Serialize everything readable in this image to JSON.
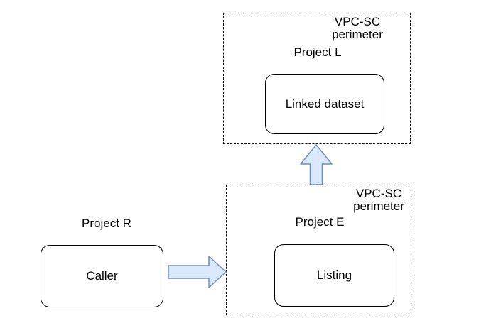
{
  "colors": {
    "background": "#ffffff",
    "arrow_fill": "#dae8fc",
    "arrow_stroke": "#6c8ebf",
    "shape_stroke": "#000000",
    "text": "#000000"
  },
  "perimeter_top": {
    "perimeter_label_line1": "VPC-SC",
    "perimeter_label_line2": "perimeter",
    "project_label": "Project L",
    "node_label": "Linked dataset"
  },
  "perimeter_bottom": {
    "perimeter_label_line1": "VPC-SC",
    "perimeter_label_line2": "perimeter",
    "project_label": "Project E",
    "node_label": "Listing"
  },
  "external": {
    "project_label": "Project R",
    "node_label": "Caller"
  },
  "arrows": {
    "caller_to_listing": "right-block-arrow",
    "listing_to_linked_dataset": "up-block-arrow"
  }
}
